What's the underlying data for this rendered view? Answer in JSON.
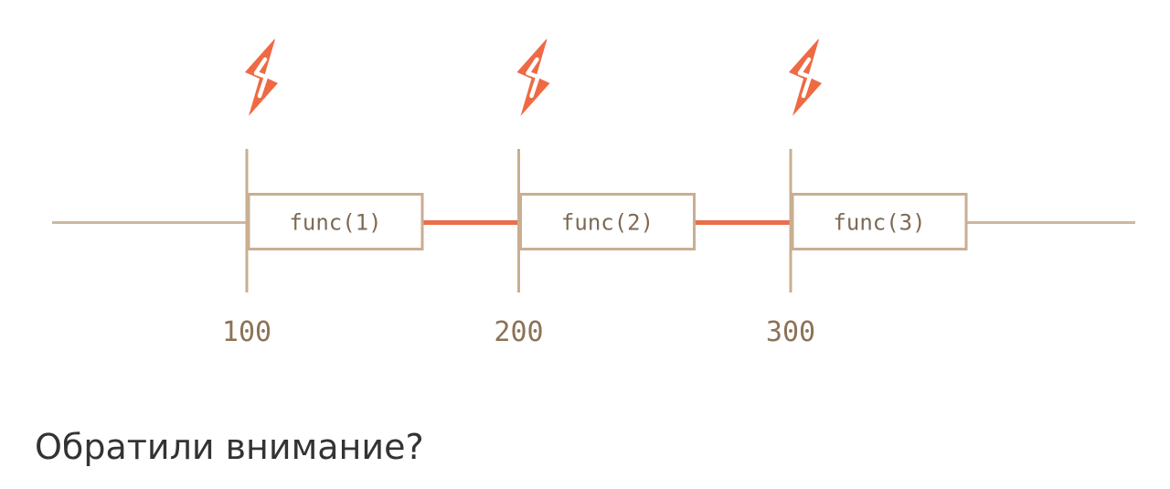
{
  "diagram": {
    "calls": [
      {
        "start": 100,
        "label": "func(1)",
        "tick_label": "100"
      },
      {
        "start": 200,
        "label": "func(2)",
        "tick_label": "200"
      },
      {
        "start": 300,
        "label": "func(3)",
        "tick_label": "300"
      }
    ],
    "icon": "lightning-icon",
    "colors": {
      "axis": "#cdb8a3",
      "box_border": "#c9ae91",
      "highlight": "#ea6d4c",
      "lightning": "#ee6a44",
      "box_text": "#7d6a55",
      "tick_text": "#8c7256"
    }
  },
  "caption": "Обратили внимание?"
}
